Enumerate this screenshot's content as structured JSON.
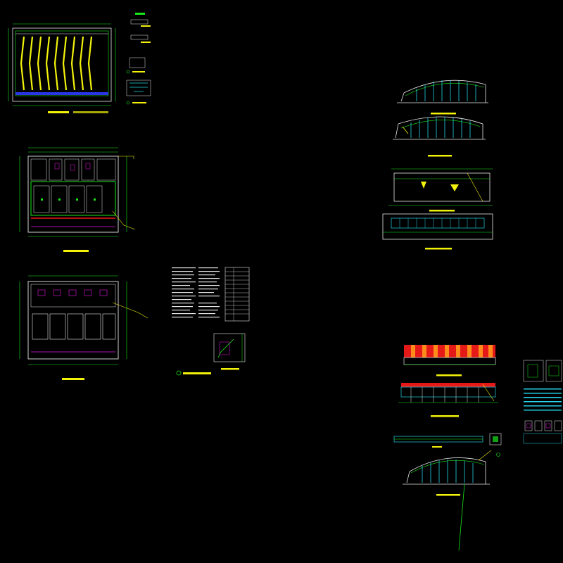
{
  "drawing": {
    "background": "#000000",
    "colors": {
      "grid_green": "#19e619",
      "frame_white": "#e6e6e6",
      "yellow": "#f2f20a",
      "cyan": "#22d3e6",
      "magenta": "#e619e6",
      "red": "#e61919",
      "blue": "#2a35e6",
      "orange": "#ff8c1a",
      "light_blue": "#8fd7ff"
    },
    "sheets": [
      {
        "id": "roof-plan",
        "kind": "plan"
      },
      {
        "id": "roof-detail-notes",
        "kind": "details"
      },
      {
        "id": "floor-plan-1",
        "kind": "plan"
      },
      {
        "id": "floor-plan-2",
        "kind": "plan"
      },
      {
        "id": "door-window-schedule",
        "kind": "table"
      },
      {
        "id": "stair-detail",
        "kind": "detail"
      },
      {
        "id": "elevation-1",
        "kind": "elevation"
      },
      {
        "id": "elevation-2",
        "kind": "elevation"
      },
      {
        "id": "elevation-3",
        "kind": "elevation"
      },
      {
        "id": "section-1",
        "kind": "section"
      },
      {
        "id": "elevation-4",
        "kind": "elevation"
      },
      {
        "id": "elevation-5",
        "kind": "elevation"
      },
      {
        "id": "strip-plan",
        "kind": "plan"
      },
      {
        "id": "node-detail",
        "kind": "detail"
      },
      {
        "id": "details-sheet",
        "kind": "details"
      },
      {
        "id": "elevation-6",
        "kind": "elevation"
      }
    ]
  }
}
